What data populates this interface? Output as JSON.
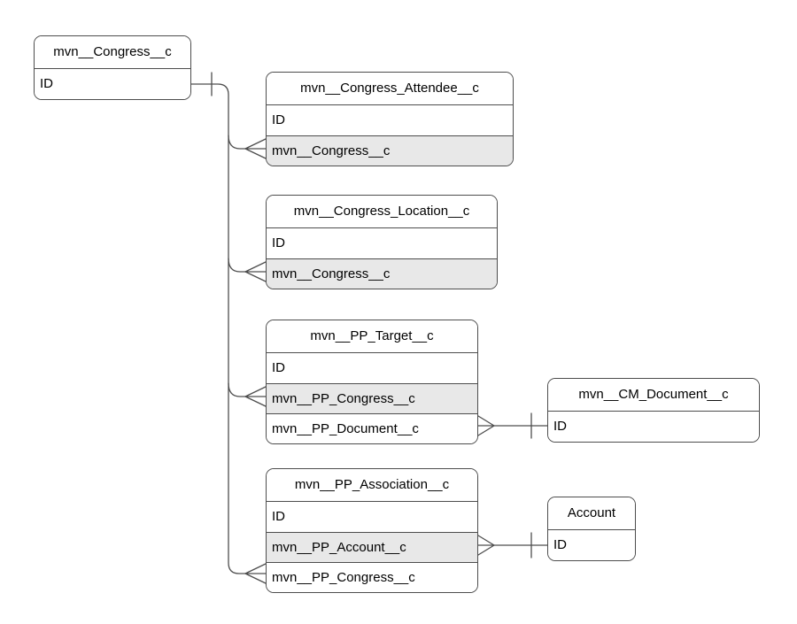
{
  "diagram": {
    "type": "entity-relationship",
    "notation": "crows-foot"
  },
  "colors": {
    "background": "#ffffff",
    "entity_fill": "#ffffff",
    "highlighted_row_fill": "#e8e8e8",
    "stroke": "#4d4d4d",
    "text": "#000000"
  },
  "entities": {
    "congress": {
      "title": "mvn__Congress__c",
      "fields": [
        {
          "name": "ID",
          "highlighted": false
        }
      ]
    },
    "congress_attendee": {
      "title": "mvn__Congress_Attendee__c",
      "fields": [
        {
          "name": "ID",
          "highlighted": false
        },
        {
          "name": "mvn__Congress__c",
          "highlighted": true
        }
      ]
    },
    "congress_location": {
      "title": "mvn__Congress_Location__c",
      "fields": [
        {
          "name": "ID",
          "highlighted": false
        },
        {
          "name": "mvn__Congress__c",
          "highlighted": true
        }
      ]
    },
    "pp_target": {
      "title": "mvn__PP_Target__c",
      "fields": [
        {
          "name": "ID",
          "highlighted": false
        },
        {
          "name": "mvn__PP_Congress__c",
          "highlighted": true
        },
        {
          "name": "mvn__PP_Document__c",
          "highlighted": false
        }
      ]
    },
    "cm_document": {
      "title": "mvn__CM_Document__c",
      "fields": [
        {
          "name": "ID",
          "highlighted": false
        }
      ]
    },
    "pp_association": {
      "title": "mvn__PP_Association__c",
      "fields": [
        {
          "name": "ID",
          "highlighted": false
        },
        {
          "name": "mvn__PP_Account__c",
          "highlighted": true
        },
        {
          "name": "mvn__PP_Congress__c",
          "highlighted": false
        }
      ]
    },
    "account": {
      "title": "Account",
      "fields": [
        {
          "name": "ID",
          "highlighted": false
        }
      ]
    }
  },
  "relationships": [
    {
      "from": "mvn__Congress__c.ID",
      "to": "mvn__Congress_Attendee__c.mvn__Congress__c",
      "cardinality": "one-to-many"
    },
    {
      "from": "mvn__Congress__c.ID",
      "to": "mvn__Congress_Location__c.mvn__Congress__c",
      "cardinality": "one-to-many"
    },
    {
      "from": "mvn__Congress__c.ID",
      "to": "mvn__PP_Target__c.mvn__PP_Congress__c",
      "cardinality": "one-to-many"
    },
    {
      "from": "mvn__Congress__c.ID",
      "to": "mvn__PP_Association__c.mvn__PP_Congress__c",
      "cardinality": "one-to-many"
    },
    {
      "from": "mvn__CM_Document__c.ID",
      "to": "mvn__PP_Target__c.mvn__PP_Document__c",
      "cardinality": "one-to-many"
    },
    {
      "from": "Account.ID",
      "to": "mvn__PP_Association__c.mvn__PP_Account__c",
      "cardinality": "one-to-many"
    }
  ]
}
